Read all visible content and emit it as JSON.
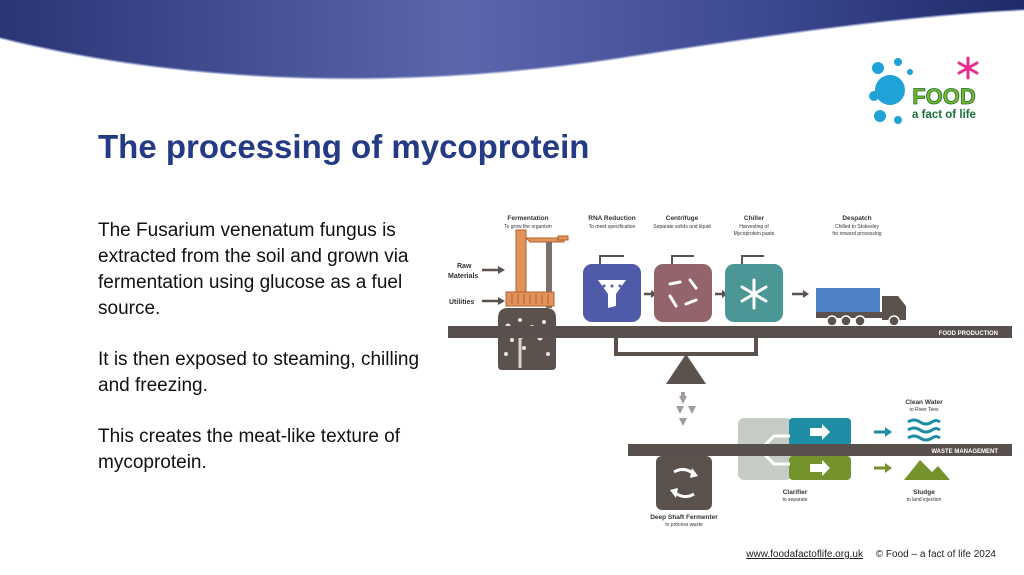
{
  "colors": {
    "title": "#243a85",
    "band_dark": "#2a3577",
    "band_light": "#5b66ad",
    "rail": "#58504c",
    "rna_tank": "#4f5ba8",
    "centrifuge_tank": "#94646b",
    "chiller_tank": "#4a9796",
    "water": "#1e8ea7",
    "sludge": "#75932c",
    "truck": "#4e82c4",
    "fermenter_orange": "#e0935a"
  },
  "logo": {
    "word": "FOOD",
    "tagline": "a fact of life"
  },
  "slide": {
    "title": "The processing of mycoprotein",
    "paragraphs": [
      "The Fusarium venenatum fungus is extracted from the soil and grown via fermentation using glucose as a fuel source.",
      "It is then exposed to steaming, chilling and freezing.",
      "This creates the meat-like texture of mycoprotein."
    ]
  },
  "diagram": {
    "inputs": [
      "Raw Materials",
      "Utilities"
    ],
    "steps": [
      {
        "name": "Fermentation",
        "sub": "To grow the organism"
      },
      {
        "name": "RNA Reduction",
        "sub": "To meet specification"
      },
      {
        "name": "Centrifuge",
        "sub": "Separate solids and liquid"
      },
      {
        "name": "Chiller",
        "sub1": "Harvesting of",
        "sub2": "Mycoprotein paste"
      },
      {
        "name": "Despatch",
        "sub1": "Chilled to Stokesley",
        "sub2": "for onward processing"
      }
    ],
    "food_line_label": "FOOD PRODUCTION",
    "waste_line_label": "WASTE MANAGEMENT",
    "deep_shaft": {
      "name": "Deep Shaft Fermenter",
      "sub": "to process waste"
    },
    "clarifier": {
      "name": "Clarifier",
      "sub": "to separate"
    },
    "clean_water": {
      "name": "Clean Water",
      "sub": "to River Tees"
    },
    "sludge": {
      "name": "Sludge",
      "sub": "to land injection"
    }
  },
  "footer": {
    "link": "www.foodafactoflife.org.uk",
    "copyright": "© Food – a fact of life 2024"
  }
}
